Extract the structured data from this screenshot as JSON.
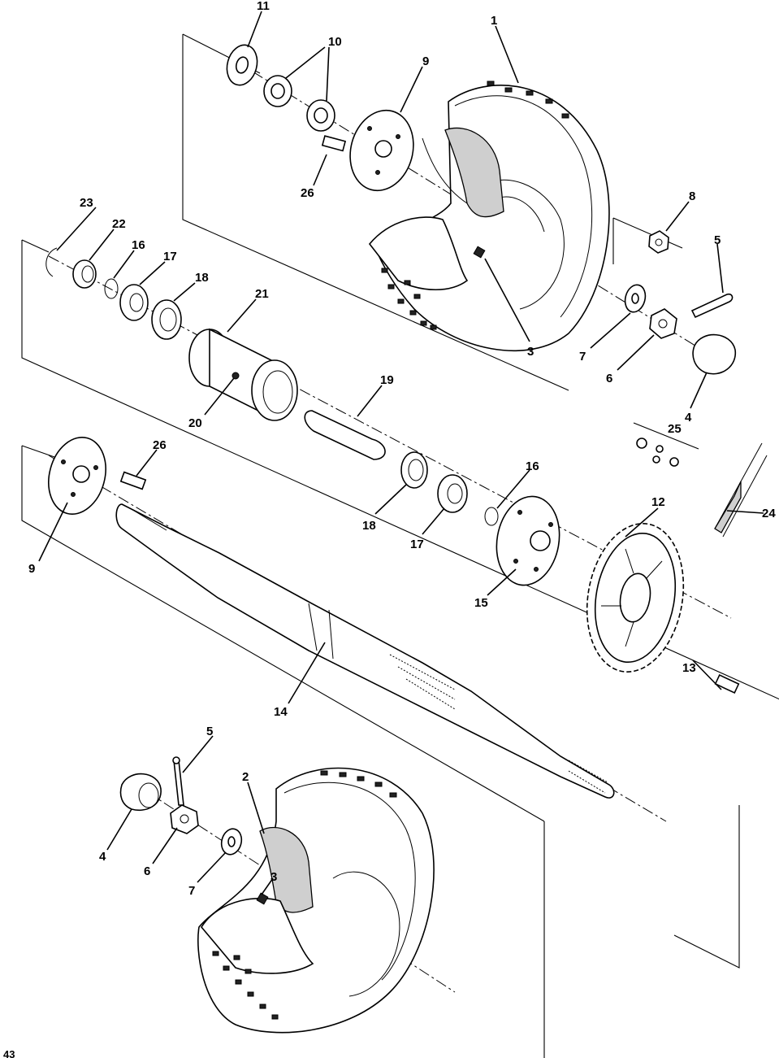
{
  "callouts": {
    "c1": "1",
    "c2": "2",
    "c3a": "3",
    "c3b": "3",
    "c4a": "4",
    "c4b": "4",
    "c5a": "5",
    "c5b": "5",
    "c6a": "6",
    "c6b": "6",
    "c7a": "7",
    "c7b": "7",
    "c8": "8",
    "c9a": "9",
    "c9b": "9",
    "c10": "10",
    "c11": "11",
    "c12": "12",
    "c13": "13",
    "c14": "14",
    "c15": "15",
    "c16a": "16",
    "c16b": "16",
    "c17a": "17",
    "c17b": "17",
    "c18a": "18",
    "c18b": "18",
    "c19": "19",
    "c20": "20",
    "c21": "21",
    "c22": "22",
    "c23": "23",
    "c24": "24",
    "c25": "25",
    "c26a": "26",
    "c26b": "26"
  },
  "footer": {
    "page_number": "43"
  }
}
